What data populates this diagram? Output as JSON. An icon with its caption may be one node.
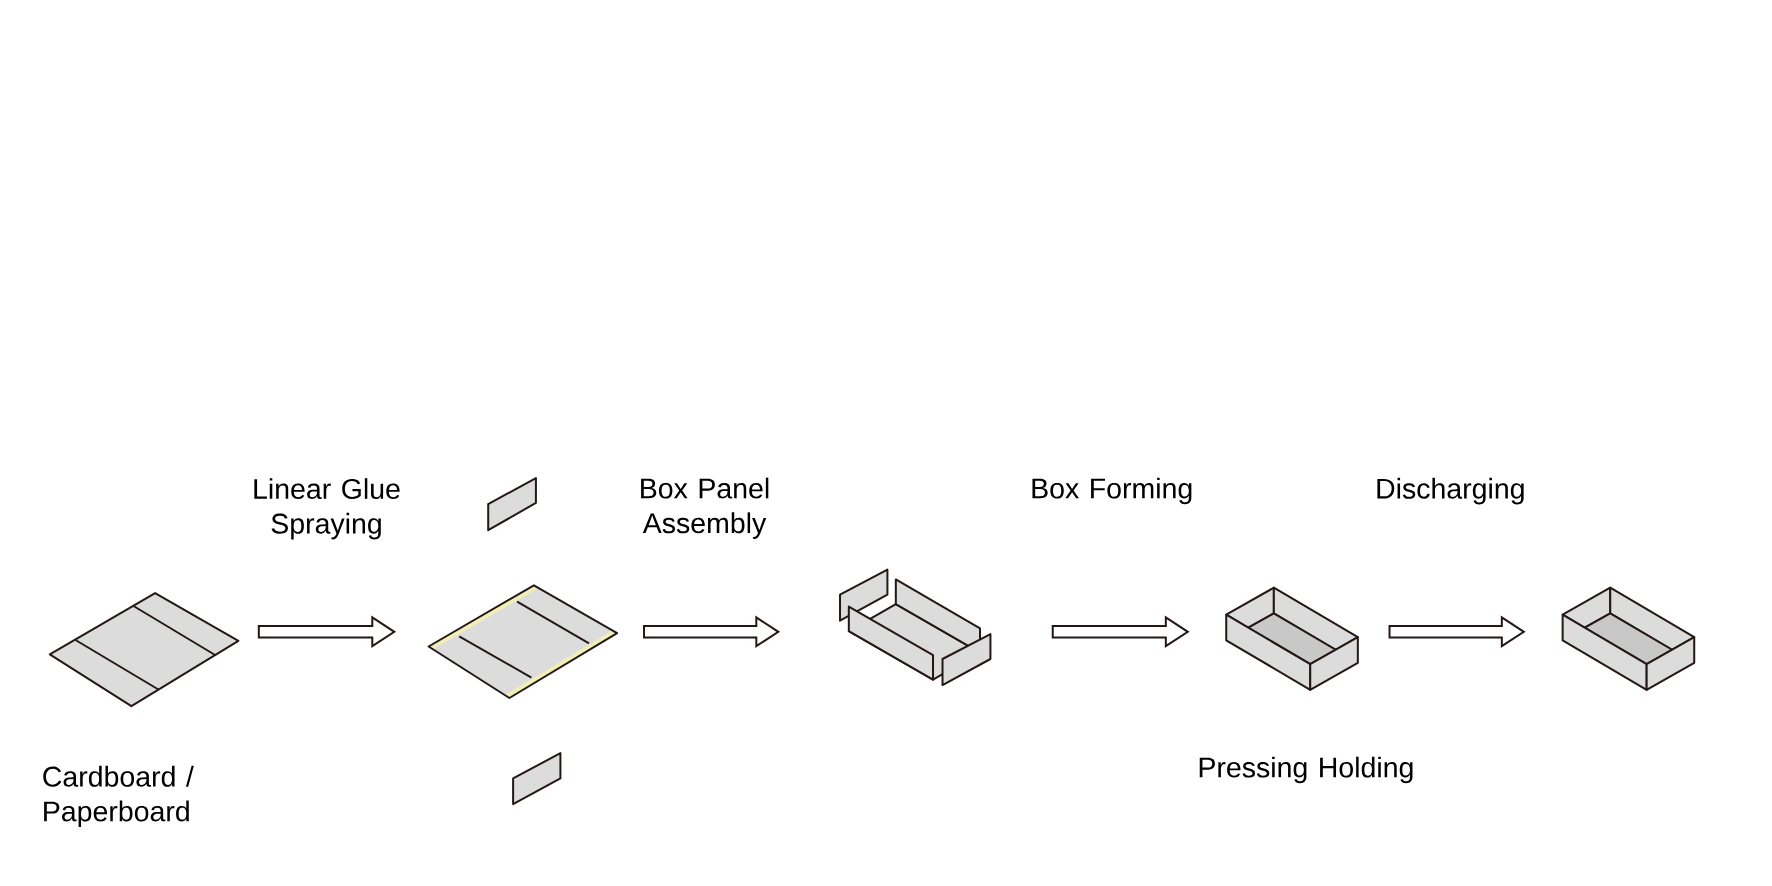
{
  "diagram": {
    "nodes": [
      {
        "text": [],
        "shape": "picture",
        "beside": [
          "Cardboard / Paperboard"
        ]
      },
      {
        "text": [],
        "shape": "picture"
      },
      {
        "text": [],
        "shape": "picture"
      },
      {
        "text": [],
        "shape": "picture",
        "beside": [
          "Pressing Holding"
        ]
      },
      {
        "text": [],
        "shape": "picture"
      }
    ],
    "edges": [
      {
        "from": 0,
        "to": 1,
        "arrow": "to",
        "label": "Linear Glue Spraying"
      },
      {
        "from": 1,
        "to": 2,
        "arrow": "to",
        "label": "Box Panel Assembly"
      },
      {
        "from": 2,
        "to": 3,
        "arrow": "to",
        "label": "Box Forming"
      },
      {
        "from": 3,
        "to": 4,
        "arrow": "to",
        "label": "Discharging"
      }
    ]
  }
}
